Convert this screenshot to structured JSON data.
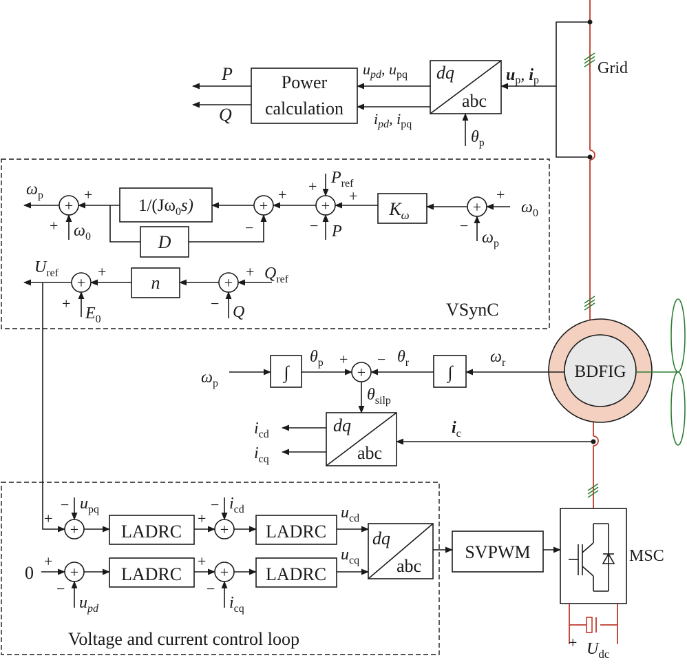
{
  "colors": {
    "line": "#1a1a1a",
    "grid_line": "#c0392b",
    "turbine": "#2e7d32",
    "machine_ring": "#f3d0c0",
    "machine_core": "#e8e8e8"
  },
  "blocks": {
    "power_calc": [
      "Power",
      "calculation"
    ],
    "dq_abc": {
      "top": "dq",
      "bottom": "abc"
    },
    "inv_J": "1/(Jω",
    "inv_J_sub": "0",
    "inv_J_tail": "s)",
    "damping": "D",
    "k_omega": "K",
    "k_omega_sub": "ω",
    "n_gain": "n",
    "integrator": "∫",
    "ladrc": "LADRC",
    "svpwm": "SVPWM",
    "machine": "BDFIG",
    "converter": "MSC"
  },
  "signals": {
    "P": "P",
    "Q": "Q",
    "upd_upq": [
      "u",
      "pd",
      ", u",
      "pq"
    ],
    "ipd_ipq": [
      "i",
      "pd",
      ", i",
      "pq"
    ],
    "up_ip": [
      "u",
      "p",
      ", ",
      "i",
      "p"
    ],
    "theta_p": [
      "θ",
      "p"
    ],
    "grid": "Grid",
    "omega_p": [
      "ω",
      "p"
    ],
    "omega_0": [
      "ω",
      "0"
    ],
    "P_ref": [
      "P",
      "ref"
    ],
    "U_ref": [
      "U",
      "ref"
    ],
    "Q_ref": [
      "Q",
      "ref"
    ],
    "E_0": [
      "E",
      "0"
    ],
    "theta_r": [
      "θ",
      "r"
    ],
    "omega_r": [
      "ω",
      "r"
    ],
    "theta_silp": [
      "θ",
      "silp"
    ],
    "i_c": [
      "i",
      "c"
    ],
    "i_cd": [
      "i",
      "cd"
    ],
    "i_cq": [
      "i",
      "cq"
    ],
    "u_pq": [
      "u",
      "pq"
    ],
    "u_pd": [
      "u",
      "pd"
    ],
    "u_cd": [
      "u",
      "cd"
    ],
    "u_cq": [
      "u",
      "cq"
    ],
    "zero": "0",
    "U_dc": [
      "U",
      "dc"
    ]
  },
  "signs": {
    "plus": "+",
    "minus": "−"
  },
  "regions": {
    "vsync": "VSynC",
    "loop": "Voltage and current control loop"
  }
}
